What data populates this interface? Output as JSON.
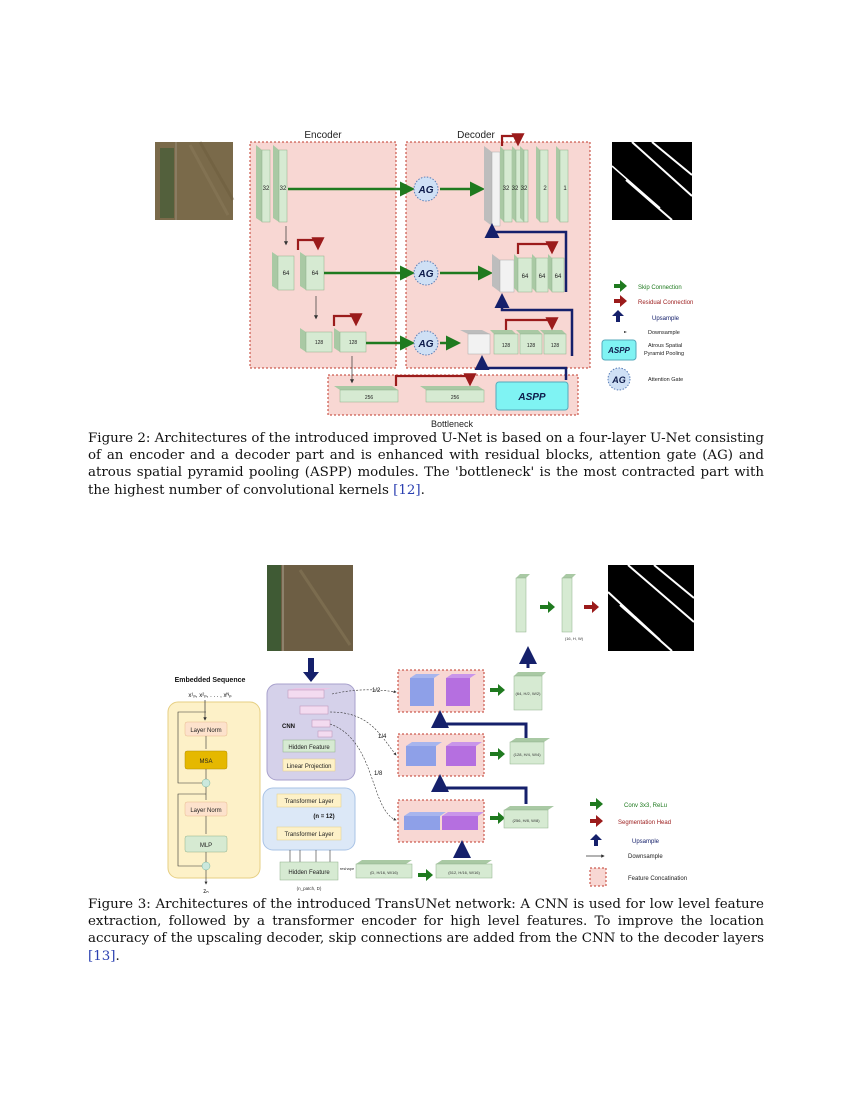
{
  "figure2": {
    "labels": {
      "encoder": "Encoder",
      "decoder": "Decoder",
      "bottleneck": "Bottleneck",
      "ag": "AG",
      "aspp": "ASPP"
    },
    "encoder_blocks": [
      "32",
      "32",
      "64",
      "64",
      "128",
      "128"
    ],
    "bottleneck_blocks": [
      "256",
      "256"
    ],
    "decoder_blocks": {
      "level1": [
        "32",
        "32",
        "32",
        "2",
        "1"
      ],
      "level2": [
        "64",
        "64",
        "64"
      ],
      "level3": [
        "128",
        "128",
        "128"
      ]
    },
    "legend": [
      {
        "label": "Skip Connection",
        "color": "#1f7a1f"
      },
      {
        "label": "Residual Connection",
        "color": "#9b1b1b"
      },
      {
        "label": "Upsample",
        "color": "#15206b"
      },
      {
        "label": "Downsample",
        "color": "#333333"
      },
      {
        "label": "Atrous Spatial Pyramid Pooling",
        "color": "#333333"
      },
      {
        "label": "Attention Gate",
        "color": "#333333"
      }
    ],
    "legend_aspp_line1": "Atrous Spatial",
    "legend_aspp_line2": "Pyramid Pooling",
    "caption_text": "Figure 2: Architectures of the introduced improved U-Net is based on a four-layer U-Net consisting of an encoder and a decoder part and is enhanced with residual blocks, attention gate (AG) and atrous spatial pyramid pooling (ASPP) modules. The 'bottleneck' is the most contracted part with the highest number of convolutional kernels ",
    "caption_ref": "[12]",
    "caption_end": "."
  },
  "figure3": {
    "embedded_sequence_title": "Embedded Sequence",
    "embedded_sequence_tokens": "x¹ₚ, x²ₚ, . . . , xᴺₚ",
    "transformer_block": [
      "Layer Norm",
      "MSA",
      "Layer Norm",
      "MLP"
    ],
    "z_output": "zₙ",
    "cnn_label": "CNN",
    "hidden_feature": "Hidden Feature",
    "linear_projection": "Linear Projection",
    "transformer_layer": "Transformer Layer",
    "n_layers": "(n = 12)",
    "hidden_feature_bottom": "Hidden Feature",
    "reshape": "reshape",
    "hidden_dims": "(n_patch, D)",
    "scales": [
      "1/2",
      "1/4",
      "1/8"
    ],
    "feature_shapes": [
      "(512, H/16, W/16)",
      "(D, H/16, W/16)",
      "(256, H/8, W/8)",
      "(128, H/4, W/4)",
      "(64, H/2, W/2)",
      "(16, H, W)"
    ],
    "legend": [
      {
        "label": "Conv 3x3, ReLu",
        "color": "#1f7a1f"
      },
      {
        "label": "Segmentation Head",
        "color": "#9b1b1b"
      },
      {
        "label": "Upsample",
        "color": "#15206b"
      },
      {
        "label": "Downsample",
        "color": "#333333"
      },
      {
        "label": "Feature Concatination",
        "color": "#333333"
      }
    ],
    "caption_text": "Figure 3: Architectures of the introduced TransUNet network: A CNN is used for low level feature extraction, followed by a transformer encoder for high level features. To improve the location accuracy of the upscaling decoder, skip connections are added from the CNN to the decoder layers ",
    "caption_ref": "[13]",
    "caption_end": "."
  }
}
